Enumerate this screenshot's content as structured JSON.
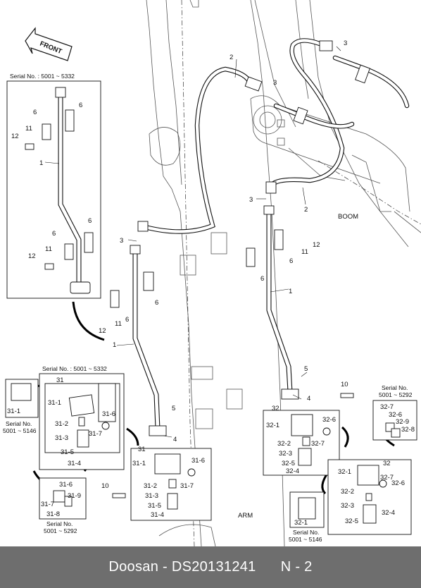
{
  "footer": {
    "brand": "Doosan",
    "separator": " - ",
    "part_number": "DS20131241",
    "page": "N - 2"
  },
  "labels": {
    "front": "FRONT",
    "boom": "BOOM",
    "arm": "ARM",
    "serial_top": "Serial No. : 5001 ~ 5332",
    "serial_31": "Serial No. : 5001 ~ 5332",
    "serial_5146_a": "Serial No.",
    "serial_5146_b": "5001 ~ 5146",
    "serial_5292_a": "Serial No.",
    "serial_5292_b": "5001 ~ 5292",
    "serial_5292r_a": "Serial No.",
    "serial_5292r_b": "5001 ~ 5292",
    "serial_5146r_a": "Serial No.",
    "serial_5146r_b": "5001 ~ 5146"
  },
  "callouts": {
    "p1": "1",
    "p2": "2",
    "p3": "3",
    "p4": "4",
    "p5": "5",
    "p6": "6",
    "p10": "10",
    "p11": "11",
    "p12": "12",
    "p31": "31",
    "p31_1": "31-1",
    "p31_2": "31-2",
    "p31_3": "31-3",
    "p31_4": "31-4",
    "p31_5": "31-5",
    "p31_6": "31-6",
    "p31_7": "31-7",
    "p31_8": "31-8",
    "p31_9": "31-9",
    "p32": "32",
    "p32_1": "32-1",
    "p32_2": "32-2",
    "p32_3": "32-3",
    "p32_4": "32-4",
    "p32_5": "32-5",
    "p32_6": "32-6",
    "p32_7": "32-7",
    "p32_8": "32-8",
    "p32_9": "32-9"
  }
}
